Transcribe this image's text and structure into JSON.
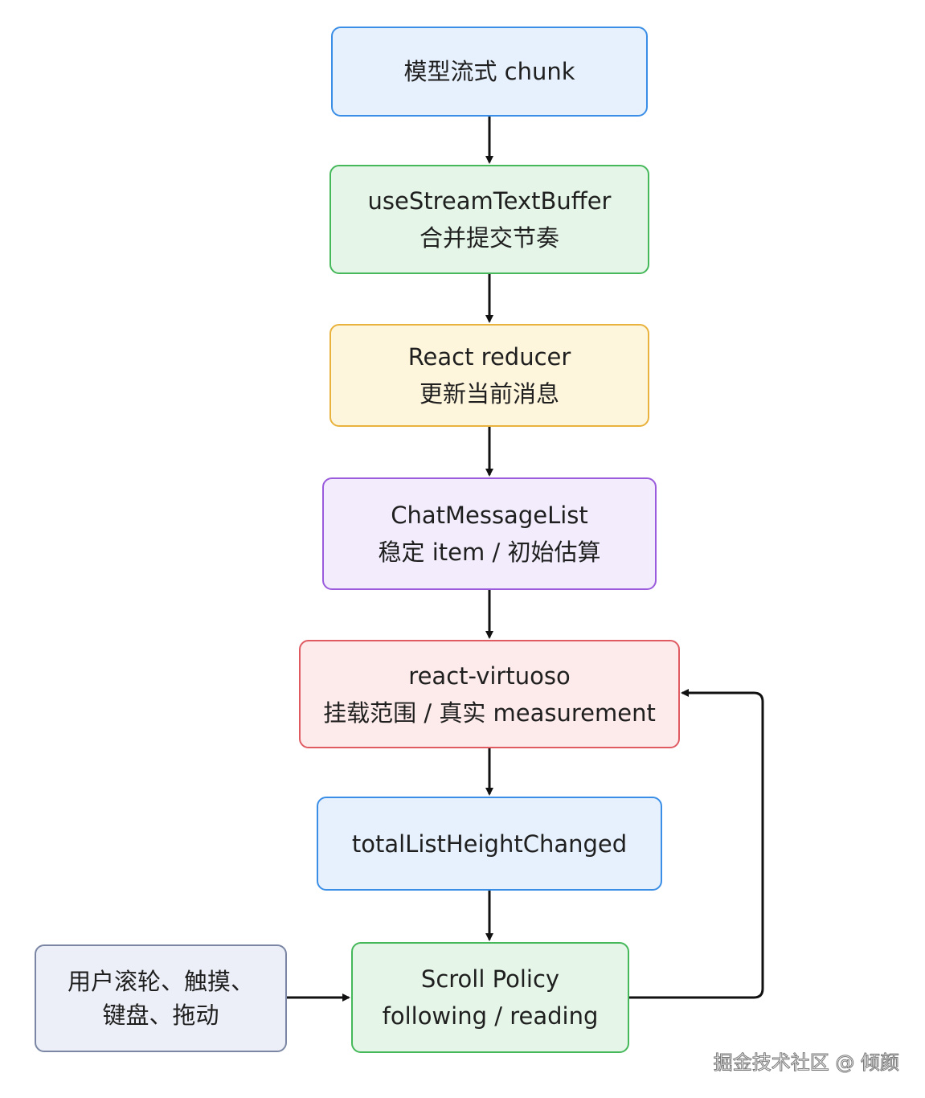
{
  "colors": {
    "blue_fill": "#e6f1fd",
    "blue_border": "#3a8ee6",
    "green_fill": "#e5f6e8",
    "green_border": "#45b85a",
    "yellow_fill": "#fef6dc",
    "yellow_border": "#e9b23c",
    "purple_fill": "#f2ecfc",
    "purple_border": "#9a5bdc",
    "red_fill": "#fdeaea",
    "red_border": "#e05a62",
    "slate_fill": "#eceff7",
    "slate_border": "#7a86a3",
    "arrow": "#111111"
  },
  "nodes": {
    "model_chunk": {
      "line1": "模型流式 chunk"
    },
    "stream_buffer": {
      "line1": "useStreamTextBuffer",
      "line2": "合并提交节奏"
    },
    "react_reducer": {
      "line1": "React reducer",
      "line2": "更新当前消息"
    },
    "chat_message_list": {
      "line1": "ChatMessageList",
      "line2": "稳定 item / 初始估算"
    },
    "react_virtuoso": {
      "line1": "react-virtuoso",
      "line2": "挂载范围 / 真实 measurement"
    },
    "total_list_height": {
      "line1": "totalListHeightChanged"
    },
    "scroll_policy": {
      "line1": "Scroll Policy",
      "line2": "following / reading"
    },
    "user_input": {
      "line1": "用户滚轮、触摸、",
      "line2": "键盘、拖动"
    }
  },
  "watermark": "掘金技术社区 @ 倾颜"
}
